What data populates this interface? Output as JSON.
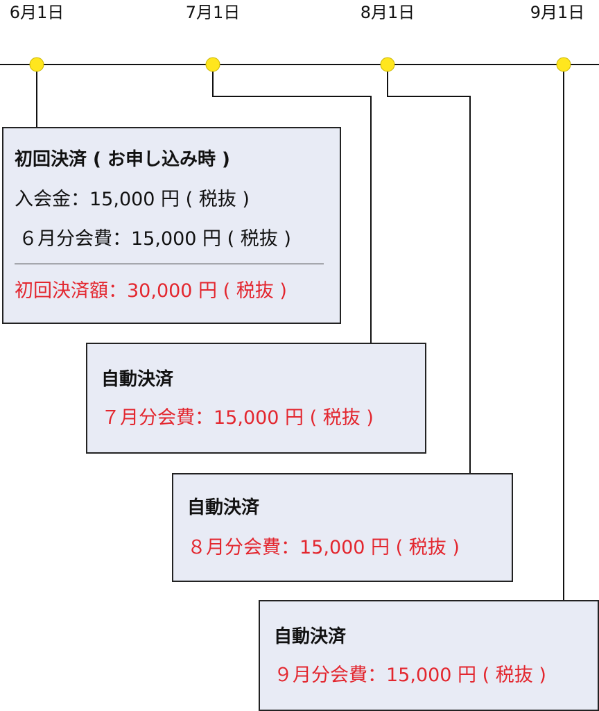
{
  "timeline": {
    "dates": [
      "6月1日",
      "7月1日",
      "8月1日",
      "9月1日"
    ]
  },
  "colors": {
    "box_fill": "#e8ebf5",
    "marker": "#ffe61e",
    "accent_red": "#e3262e"
  },
  "boxes": {
    "initial": {
      "title": "初回決済 ( お申し込み時 )",
      "line1": "入会金：15,000 円 ( 税抜 )",
      "line2": "６月分会費：15,000 円 ( 税抜 )",
      "total": "初回決済額：30,000 円 ( 税抜 )"
    },
    "july": {
      "title": "自動決済",
      "fee": "７月分会費：15,000 円 ( 税抜 )"
    },
    "august": {
      "title": "自動決済",
      "fee": "８月分会費：15,000 円 ( 税抜 )"
    },
    "september": {
      "title": "自動決済",
      "fee": "９月分会費：15,000 円 ( 税抜 )"
    }
  }
}
